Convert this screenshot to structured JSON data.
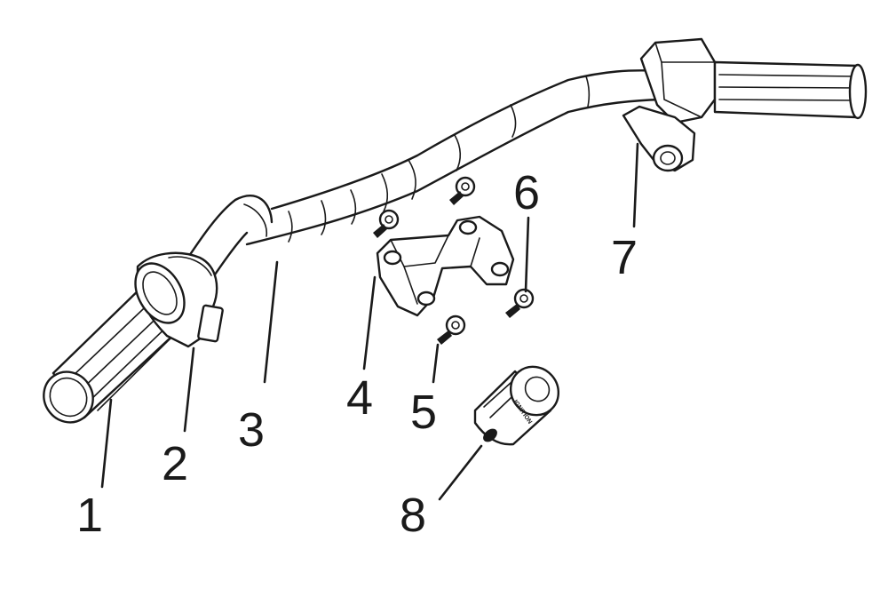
{
  "callouts": [
    {
      "number": "1"
    },
    {
      "number": "2"
    },
    {
      "number": "3"
    },
    {
      "number": "4"
    },
    {
      "number": "5"
    },
    {
      "number": "6"
    },
    {
      "number": "7"
    },
    {
      "number": "8"
    }
  ],
  "switch_label": "IGNITION"
}
